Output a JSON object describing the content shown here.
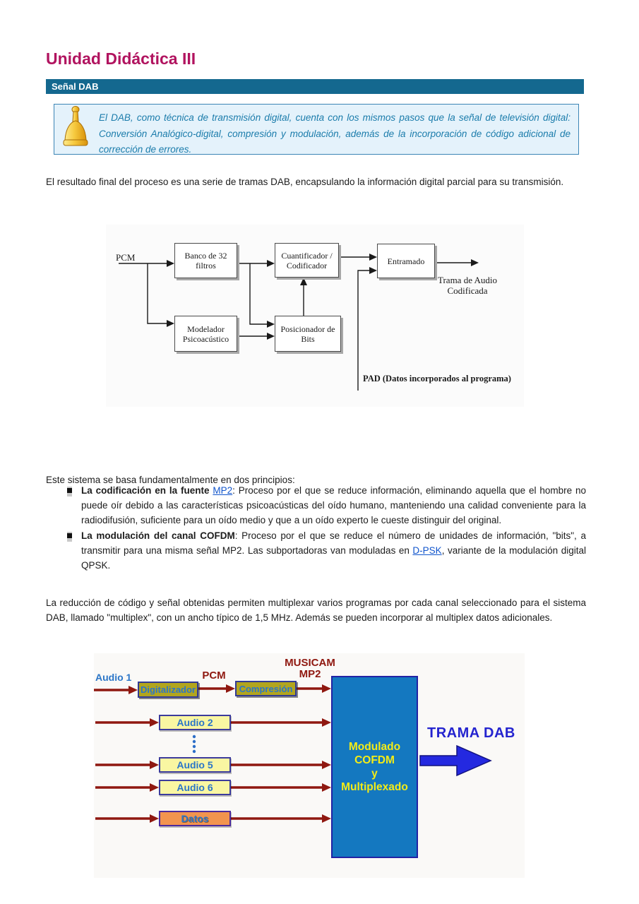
{
  "header": {
    "title": "Unidad Didáctica III",
    "section": "Señal DAB"
  },
  "callout": {
    "icon": "bell-icon",
    "text": "El DAB, como técnica de transmisión digital, cuenta con los mismos pasos que la señal de televisión digital: Conversión Analógico-digital, compresión y modulación, además de la incorporación de código adicional de corrección de errores."
  },
  "paragraphs": {
    "p1": "El resultado final del proceso es una serie de tramas DAB, encapsulando la información digital parcial para su transmisión.",
    "p2": "Este sistema se basa fundamentalmente en dos principios:",
    "p3": "La reducción de código y señal obtenidas permiten multiplexar varios programas por cada canal seleccionado para el sistema DAB, llamado \"multiplex\", con un ancho típico de 1,5 MHz. Además se pueden incorporar al multiplex datos adicionales."
  },
  "bullets": {
    "b1": {
      "lead": "La codificación en la fuente ",
      "link": "MP2",
      "rest": ": Proceso por el que se reduce información, eliminando aquella que el hombre no puede oír debido a las características psicoacústicas del oído humano, manteniendo una calidad conveniente para la radiodifusión, suficiente para un oído medio y que a un oído experto le cueste distinguir del original."
    },
    "b2": {
      "lead": "La modulación del canal COFDM",
      "rest1": ": Proceso por el que se reduce el número de unidades de información, \"bits\", a transmitir para una misma señal MP2. Las subportadoras van moduladas en ",
      "link": "D-PSK",
      "rest2": ", variante de la modulación digital QPSK."
    }
  },
  "figure1": {
    "pcm": "PCM",
    "banco": "Banco de 32\nfiltros",
    "cuantificador": "Cuantificador /\nCodificador",
    "entramado": "Entramado",
    "modelador": "Modelador\nPsicoacústico",
    "posicionador": "Posicionador de\nBits",
    "trama": "Trama de Audio\nCodificada",
    "pad": "PAD (Datos incorporados al programa)"
  },
  "figure2": {
    "audio1": "Audio 1",
    "digitalizador": "Digitalizador",
    "pcm": "PCM",
    "compresion": "Compresión",
    "musicam": "MUSICAM\nMP2",
    "audio2": "Audio 2",
    "audio5": "Audio 5",
    "audio6": "Audio 6",
    "datos": "Datos",
    "modulado": "Modulado\nCOFDM\ny\nMultiplexado",
    "trama_dab": "TRAMA DAB"
  },
  "colors": {
    "title": "#b1135f",
    "section_bar": "#14688f",
    "callout_bg": "#e4f2fb",
    "callout_border": "#3c85b5",
    "callout_text": "#1b7cab",
    "link": "#1155cc",
    "dark_red_arrow": "#8f1810",
    "mux_box_blue": "#1478c0",
    "mux_text_yellow": "#f4ec16",
    "trama_dab_blue": "#2424cf",
    "olive_box": "#b2a51e",
    "pale_yellow_box": "#f9f6a2",
    "orange_box": "#f2944e"
  }
}
